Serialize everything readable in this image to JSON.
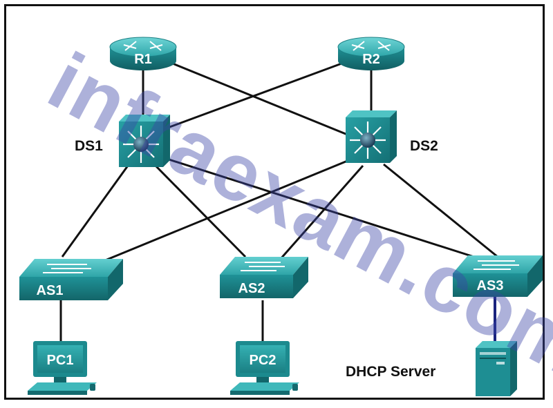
{
  "watermark": "infraexam.com",
  "devices": {
    "r1": "R1",
    "r2": "R2",
    "ds1": "DS1",
    "ds2": "DS2",
    "as1": "AS1",
    "as2": "AS2",
    "as3": "AS3",
    "pc1": "PC1",
    "pc2": "PC2",
    "dhcp": "DHCP Server"
  },
  "colors": {
    "device_teal": "#1e8e93",
    "device_top": "#4fc3c4",
    "device_dark": "#146a6f",
    "link_black": "#111111",
    "link_blue": "#1a237e",
    "watermark": "#3b46a8"
  }
}
